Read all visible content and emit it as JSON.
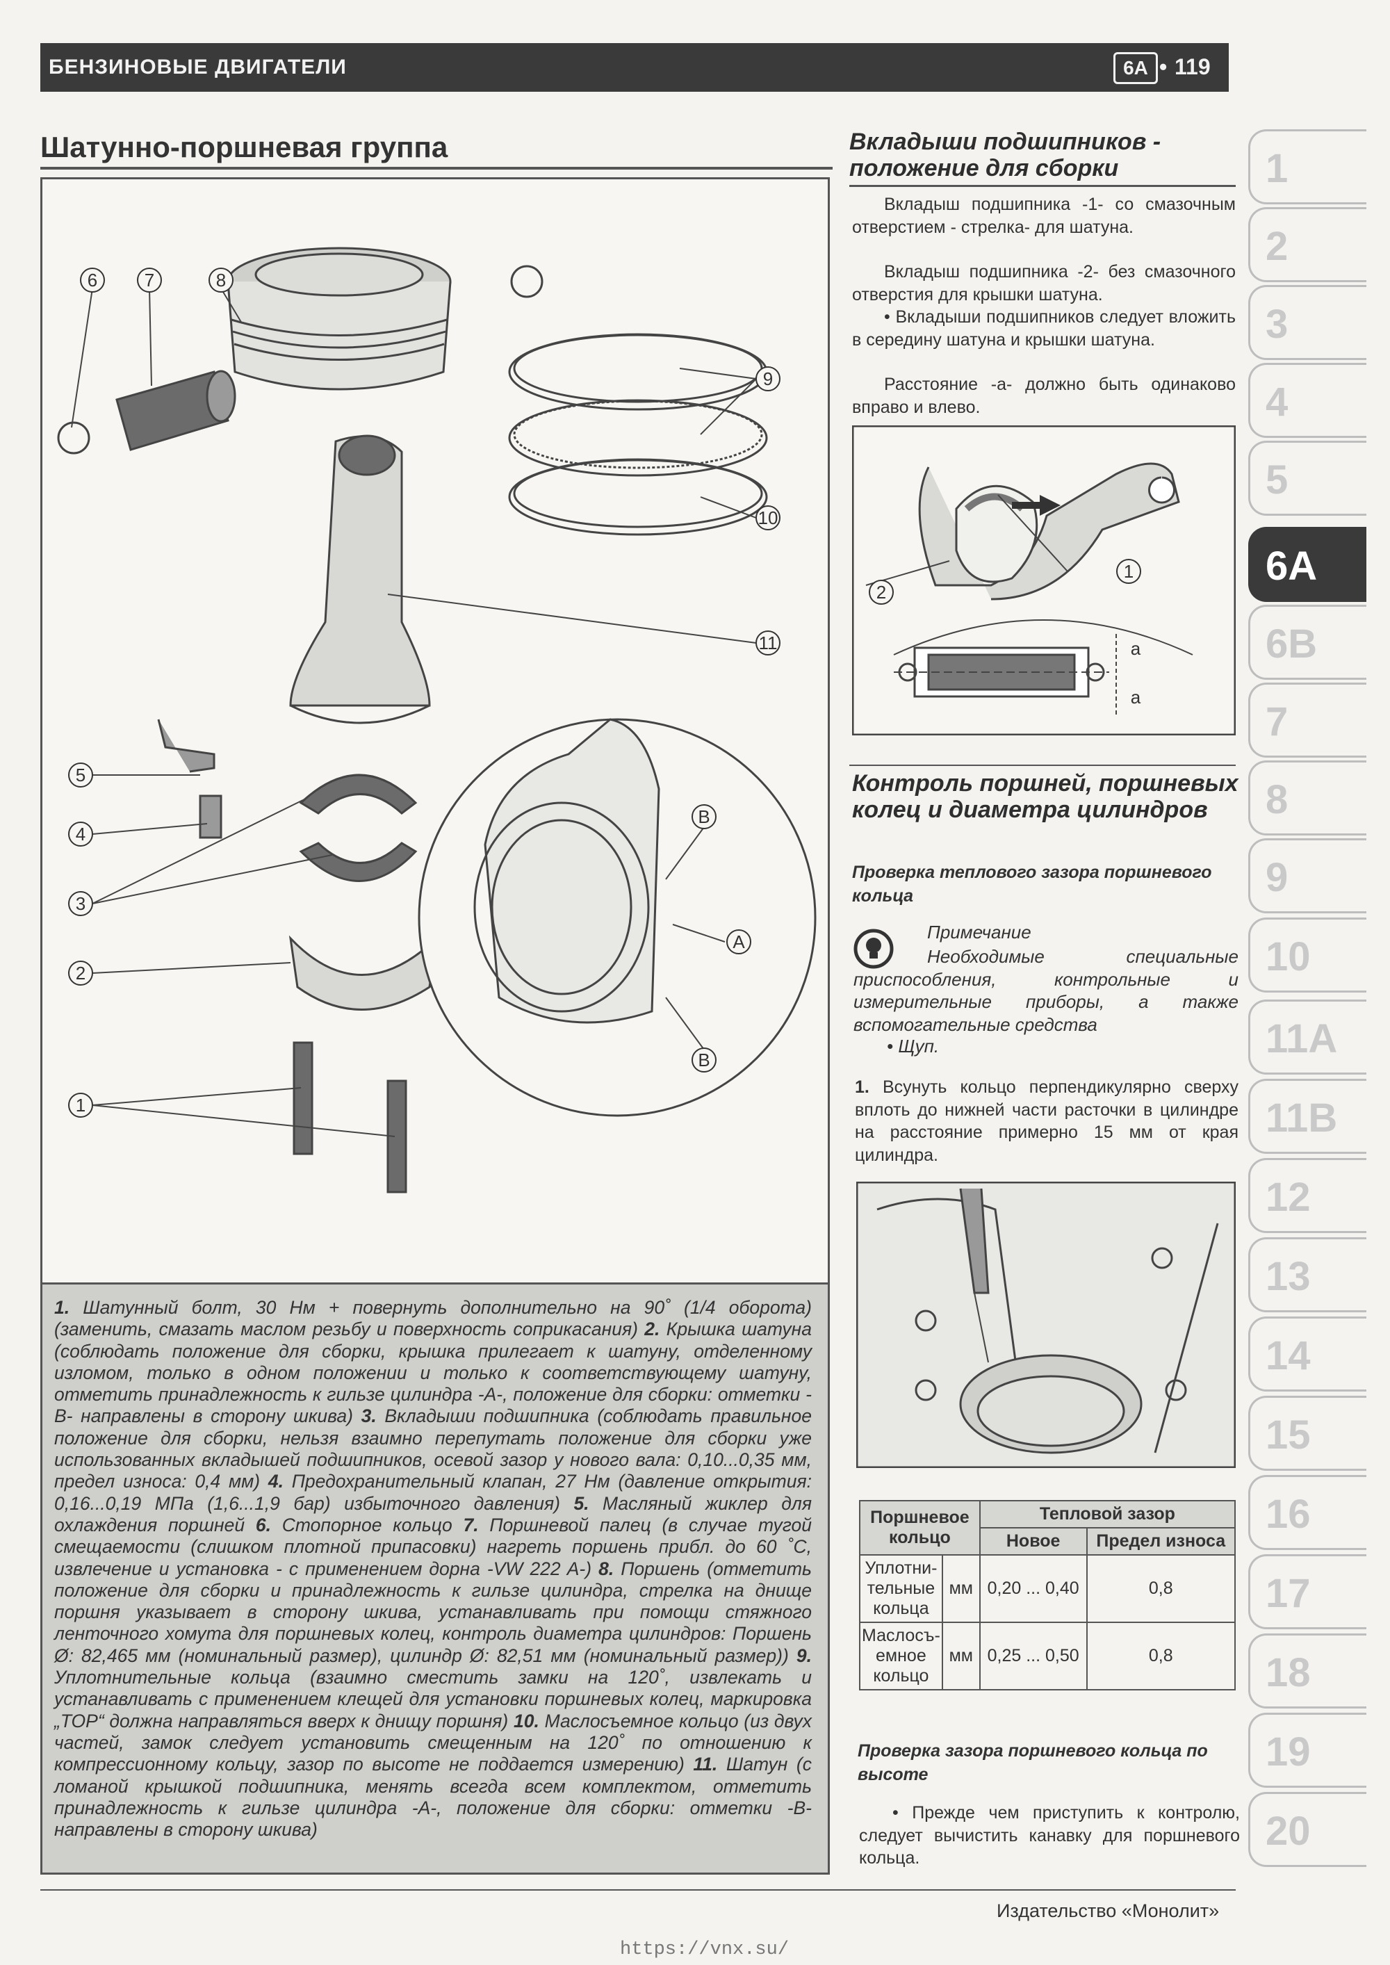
{
  "header": {
    "title": "БЕНЗИНОВЫЕ ДВИГАТЕЛИ",
    "chapter": "6A",
    "separator": "•",
    "page": "119"
  },
  "section": {
    "title": "Шатунно-поршневая группа"
  },
  "figure": {
    "callouts": [
      "6",
      "7",
      "8",
      "9",
      "10",
      "11",
      "5",
      "4",
      "3",
      "2",
      "1"
    ],
    "detail_labels": [
      "B",
      "A",
      "B"
    ]
  },
  "caption": {
    "items": [
      {
        "num": "1.",
        "text": " Шатунный болт, 30 Нм + повернуть дополнительно на 90˚ (1/4 оборота) (заменить, смазать маслом резьбу и поверхность соприкасания) "
      },
      {
        "num": "2.",
        "text": " Крышка шатуна (соблюдать положение для сборки, крышка прилегает к шатуну, отделенному изломом, только в одном положении и только к соответствующему шатуну, отметить принадлежность к гильзе цилиндра -А-, положение для сборки: отметки -B- направлены в сторону шкива) "
      },
      {
        "num": "3.",
        "text": " Вкладыши подшипника (соблюдать правильное положение для сборки, нельзя взаимно перепутать положение для сборки уже использованных вкладышей подшипников, осевой зазор у нового вала: 0,10...0,35 мм, предел износа: 0,4 мм) "
      },
      {
        "num": "4.",
        "text": " Предохранительный клапан, 27 Нм (давление открытия: 0,16...0,19 МПа (1,6...1,9 бар) избыточного давления) "
      },
      {
        "num": "5.",
        "text": " Масляный жиклер для охлаждения поршней "
      },
      {
        "num": "6.",
        "text": " Стопорное кольцо "
      },
      {
        "num": "7.",
        "text": " Поршневой палец (в случае тугой смещаемости (слишком плотной припасовки) нагреть поршень прибл. до 60 ˚С, извлечение и установка - с применением дорна -VW 222 A-) "
      },
      {
        "num": "8.",
        "text": " Поршень (отметить положение для сборки и принадлежность к гильзе цилиндра, стрелка на днище поршня указывает в сторону шкива, устанавливать при помощи стяжного ленточного хомута для поршневых колец, контроль диаметра цилиндров: Поршень Ø: 82,465 мм (номинальный размер), цилиндр Ø: 82,51 мм (номинальный размер)) "
      },
      {
        "num": "9.",
        "text": " Уплотнительные кольца (взаимно сместить замки на 120˚, извлекать и устанавливать с применением клещей для установки поршневых колец, маркировка „TOP“ должна направляться вверх к днищу поршня) "
      },
      {
        "num": "10.",
        "text": " Маслосъемное кольцо (из двух частей, замок следует установить смещенным на 120˚ по отношению к компрессионному кольцу, зазор по высоте не поддается измерению) "
      },
      {
        "num": "11.",
        "text": " Шатун (с ломаной крышкой подшипника, менять всегда всем комплектом, отметить принадлежность к гильзе цилиндра -А-, положение для сборки: отметки -B- направлены в сторону шкива)"
      }
    ]
  },
  "right": {
    "bearing_title": "Вкладыши подшипников - положение для сборки",
    "bearing_p1": "Вкладыш подшипника -1- со смазочным отверстием - стрелка- для шатуна.",
    "bearing_p2": "Вкладыш подшипника -2- без смазочного отверстия для крышки шатуна.",
    "bearing_p3": "• Вкладыши подшипников следует вложить в середину шатуна и крышки шатуна.",
    "bearing_p4": "Расстояние -а- должно быть одинаково вправо и влево.",
    "bearing_fig": {
      "label_1": "1",
      "label_2": "2",
      "label_a1": "a",
      "label_a2": "a"
    },
    "control_title": "Контроль поршней, поршневых колец и диаметра цилиндров",
    "thermal_sub": "Проверка теплового зазора поршневого кольца",
    "note_head": "Примечание",
    "note_text": "Необходимые специальные приспособления, контрольные и измерительные приборы, а также вспомогательные средства",
    "note_item": "• Щуп.",
    "step1_num": "1.",
    "step1_text": " Всунуть кольцо перпендикулярно сверху вплоть до нижней части расточки в цилиндре на расстояние примерно 15 мм от края цилиндра.",
    "height_sub": "Проверка зазора поршневого кольца по высоте",
    "height_text": "• Прежде чем приступить к контролю, следует вычистить канавку для поршневого кольца."
  },
  "table": {
    "h_ring": "Поршневое кольцо",
    "h_gap": "Тепловой зазор",
    "h_new": "Новое",
    "h_limit": "Предел износа",
    "rows": [
      {
        "name": "Уплотни-тельные кольца",
        "unit": "мм",
        "new": "0,20 ... 0,40",
        "limit": "0,8"
      },
      {
        "name": "Маслосъ-емное кольцо",
        "unit": "мм",
        "new": "0,25 ... 0,50",
        "limit": "0,8"
      }
    ]
  },
  "tabs": [
    "1",
    "2",
    "3",
    "4",
    "5",
    "6A",
    "6B",
    "7",
    "8",
    "9",
    "10",
    "11A",
    "11B",
    "12",
    "13",
    "14",
    "15",
    "16",
    "17",
    "18",
    "19",
    "20"
  ],
  "footer": {
    "publisher": "Издательство «Монолит»",
    "url": "https://vnx.su/"
  }
}
